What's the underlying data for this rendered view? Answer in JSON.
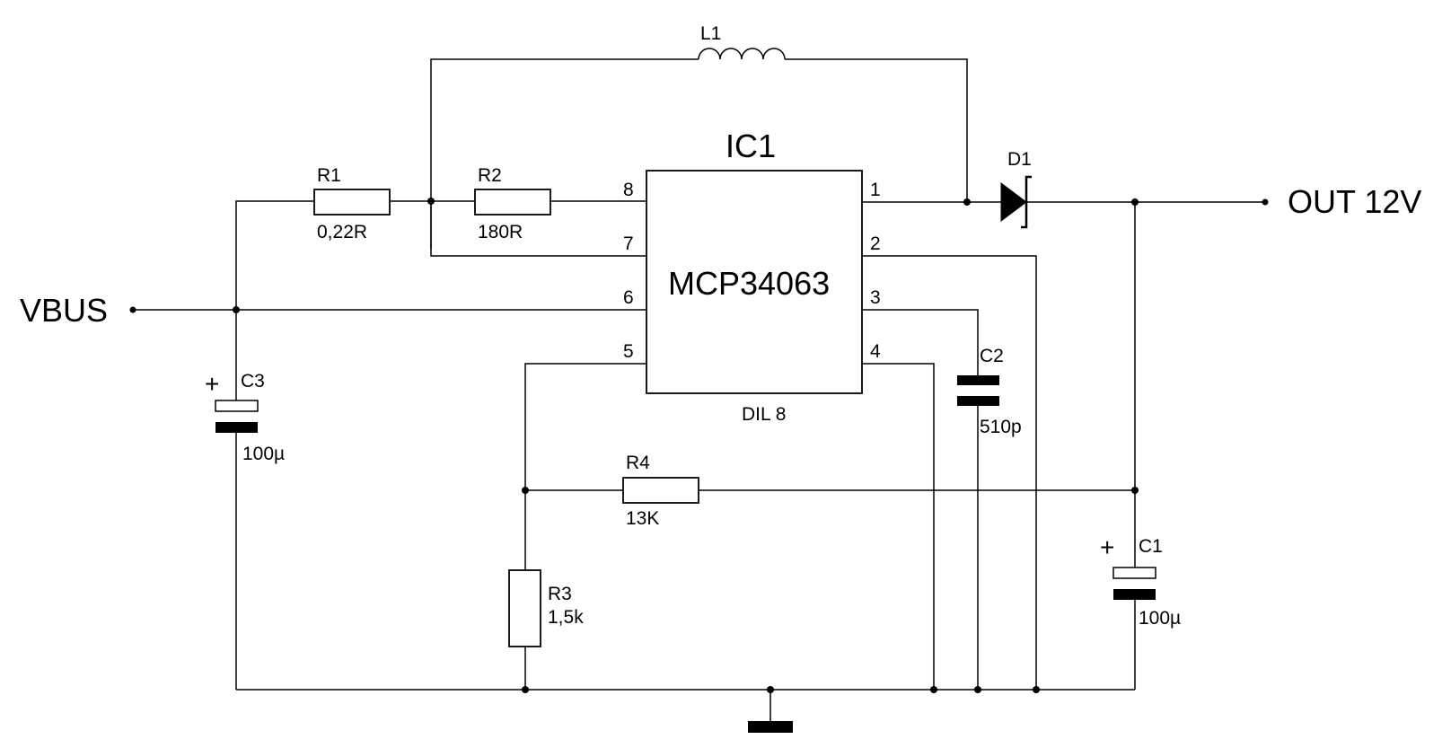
{
  "ic": {
    "ref": "IC1",
    "part": "MCP34063",
    "package": "DIL 8",
    "pins": [
      "1",
      "2",
      "3",
      "4",
      "5",
      "6",
      "7",
      "8"
    ]
  },
  "ports": {
    "input": "VBUS",
    "output": "OUT 12V"
  },
  "components": {
    "R1": {
      "ref": "R1",
      "value": "0,22R"
    },
    "R2": {
      "ref": "R2",
      "value": "180R"
    },
    "R3": {
      "ref": "R3",
      "value": "1,5k"
    },
    "R4": {
      "ref": "R4",
      "value": "13K"
    },
    "C1": {
      "ref": "C1",
      "value": "100µ",
      "polarity": "+"
    },
    "C2": {
      "ref": "C2",
      "value": "510p"
    },
    "C3": {
      "ref": "C3",
      "value": "100µ",
      "polarity": "+"
    },
    "L1": {
      "ref": "L1"
    },
    "D1": {
      "ref": "D1"
    }
  }
}
